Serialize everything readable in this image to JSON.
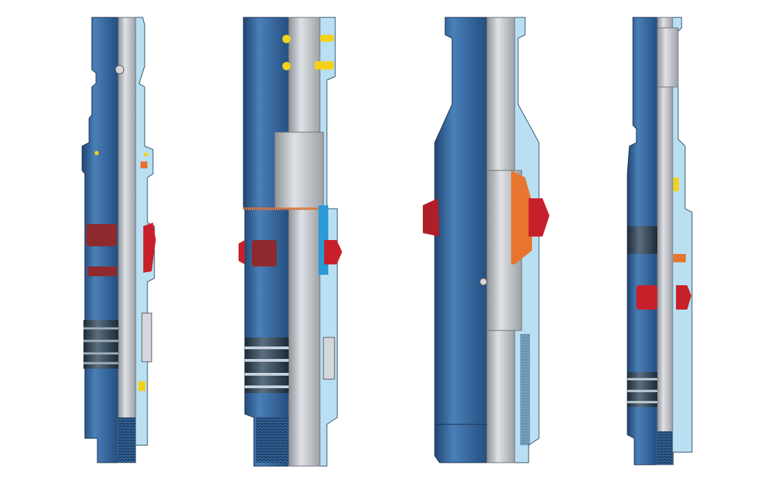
{
  "colors": {
    "body_blue": "#2f5f94",
    "body_blue_light": "#4a7fb8",
    "mandrel_gray": "#a9adb3",
    "mandrel_gray_light": "#d4d7db",
    "housing_light_blue": "#b9e0f2",
    "slip_red": "#c8202a",
    "slip_dark_red": "#8e2a2e",
    "seal_orange": "#e8752f",
    "element_dark": "#2c3f4f",
    "pin_yellow": "#f2d21b",
    "background": "#ffffff"
  },
  "tools": [
    {
      "id": "tool-1"
    },
    {
      "id": "tool-2"
    },
    {
      "id": "tool-3"
    },
    {
      "id": "tool-4"
    }
  ]
}
